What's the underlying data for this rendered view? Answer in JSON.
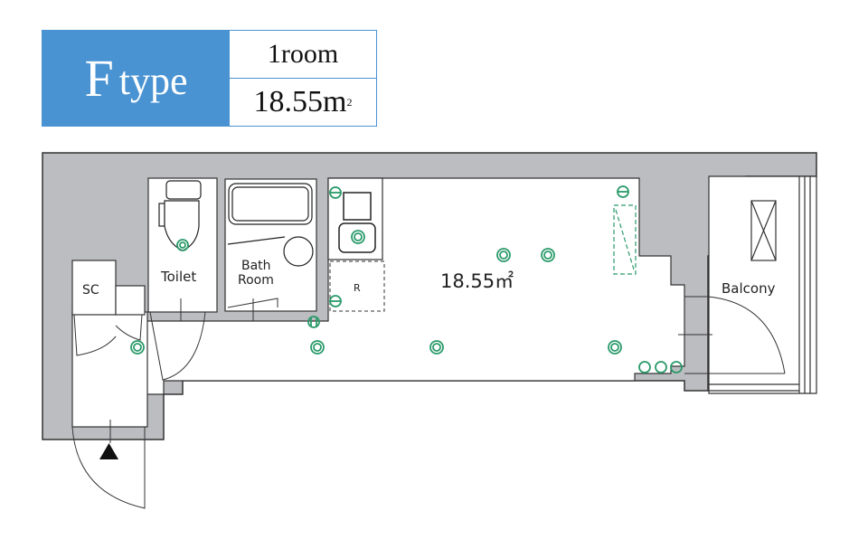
{
  "header": {
    "type_letter": "F",
    "type_word": "type",
    "rooms": "1room",
    "area_value": "18.55m",
    "area_unit_sup": "2"
  },
  "plan": {
    "rooms": {
      "toilet": "Toilet",
      "bath_line1": "Bath",
      "bath_line2": "Room",
      "storage_closet": "SC",
      "balcony": "Balcony",
      "main_room_area": "18.55㎡",
      "fridge_mark": "R"
    },
    "colors": {
      "header_blue": "#4a93d2",
      "wall_gray": "#bcbdc0",
      "outline": "#333333",
      "electrical_green": "#2a9a6a"
    },
    "entrance_marker": "triangle-up"
  }
}
